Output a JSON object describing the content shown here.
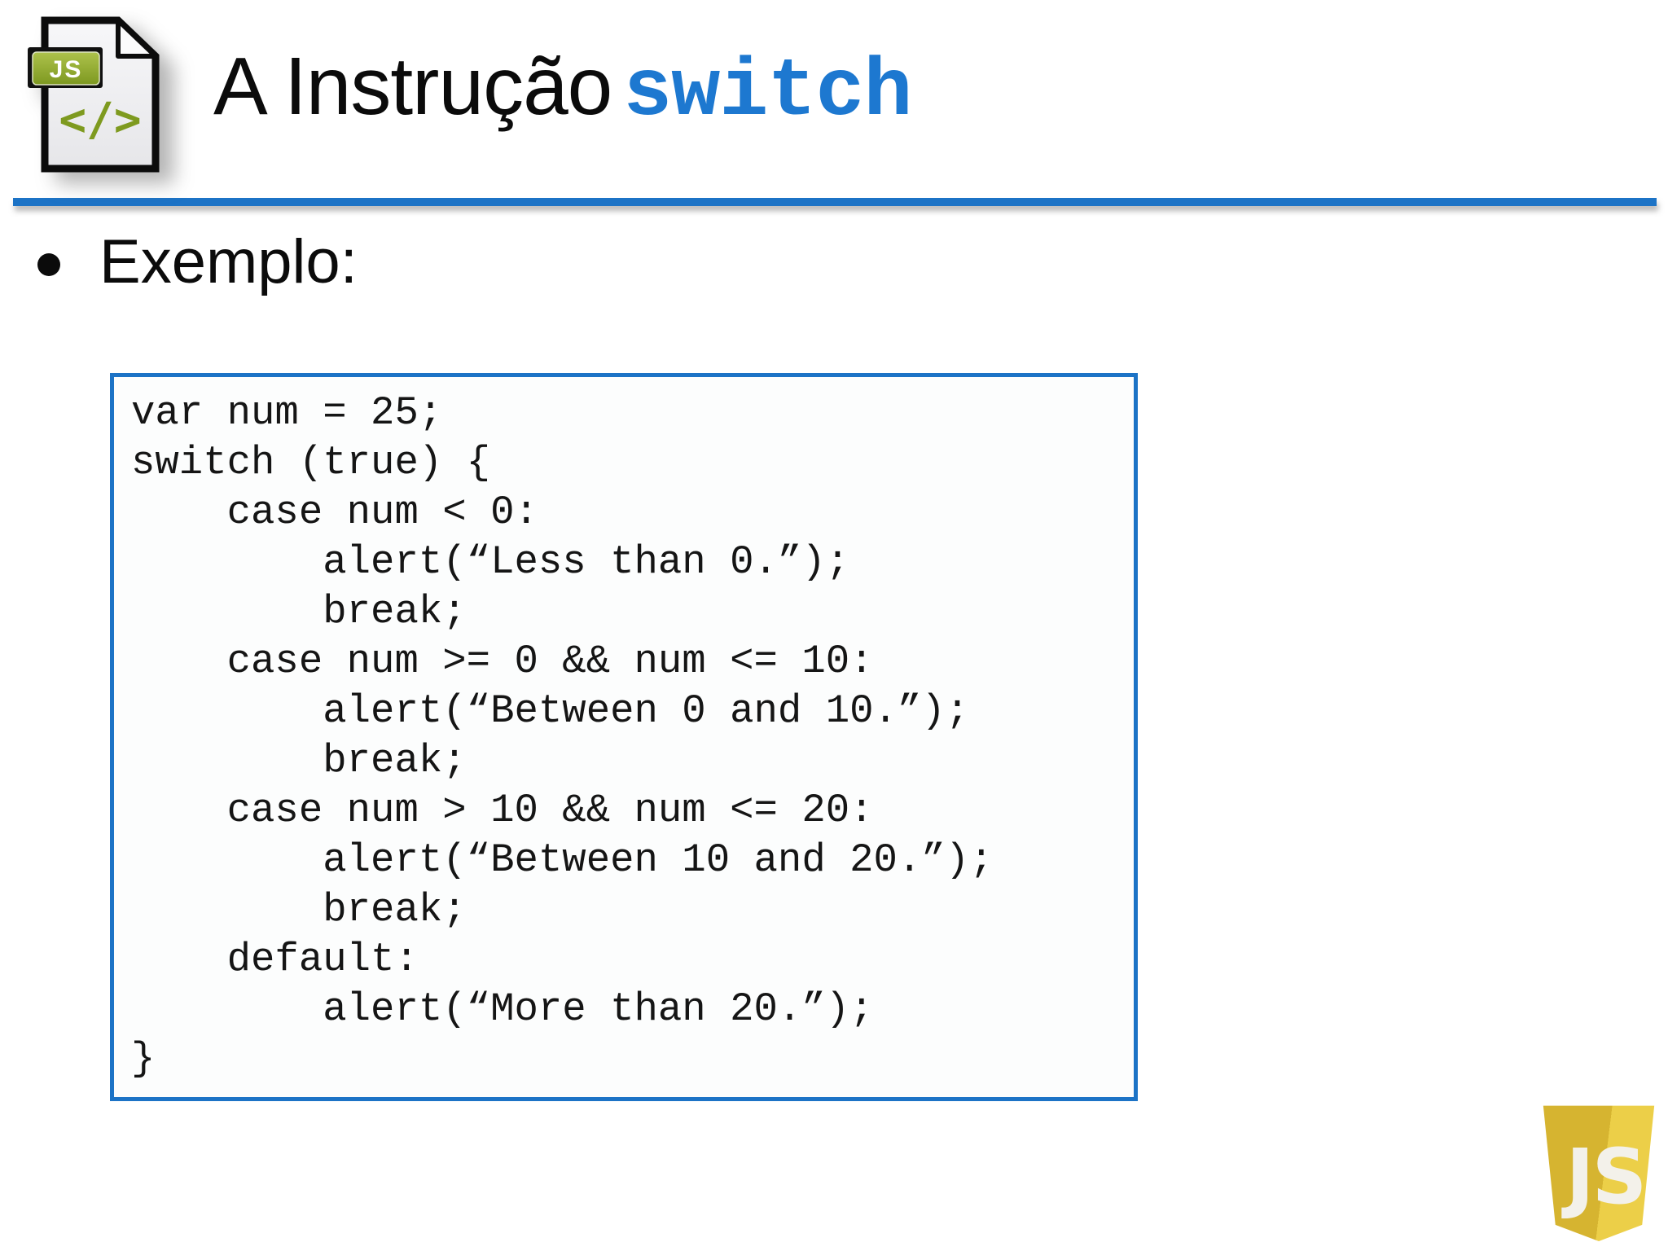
{
  "title": {
    "prefix": "A Instrução",
    "keyword": "switch"
  },
  "bullet": {
    "text": "Exemplo:"
  },
  "code": {
    "lines": [
      "var num = 25;",
      "switch (true) {",
      "    case num < 0:",
      "        alert(“Less than 0.”);",
      "        break;",
      "    case num >= 0 && num <= 10:",
      "        alert(“Between 0 and 10.”);",
      "        break;",
      "    case num > 10 && num <= 20:",
      "        alert(“Between 10 and 20.”);",
      "        break;",
      "    default:",
      "        alert(“More than 20.”);",
      "}"
    ]
  },
  "file_icon": {
    "badge": "JS",
    "glyph": "</>"
  },
  "shield": {
    "text": "JS"
  },
  "colors": {
    "accent_blue": "#1c73c6",
    "keyword_blue": "#1d78d0",
    "badge_green_light": "#adc24b",
    "badge_green_dark": "#7d9820",
    "glyph_green": "#7e9a1f",
    "shield_yellow_dark": "#d6b430",
    "shield_yellow_light": "#eccf48"
  }
}
